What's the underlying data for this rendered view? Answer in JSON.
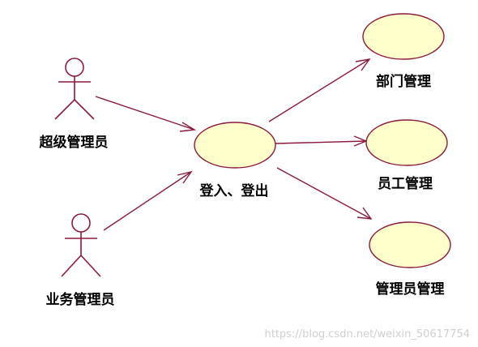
{
  "colors": {
    "line": "#8b1a3a",
    "usecase_fill": "#ffffcc",
    "text": "#000000",
    "watermark": "#d0d0d0"
  },
  "actors": [
    {
      "id": "super_admin",
      "label": "超级管理员"
    },
    {
      "id": "business_admin",
      "label": "业务管理员"
    }
  ],
  "use_cases": [
    {
      "id": "login_logout",
      "label": "登入、登出"
    },
    {
      "id": "dept_mgmt",
      "label": "部门管理"
    },
    {
      "id": "staff_mgmt",
      "label": "员工管理"
    },
    {
      "id": "admin_mgmt",
      "label": "管理员管理"
    }
  ],
  "associations": [
    {
      "from": "super_admin",
      "to": "login_logout"
    },
    {
      "from": "business_admin",
      "to": "login_logout"
    },
    {
      "from": "login_logout",
      "to": "dept_mgmt"
    },
    {
      "from": "login_logout",
      "to": "staff_mgmt"
    },
    {
      "from": "login_logout",
      "to": "admin_mgmt"
    }
  ],
  "watermark": "https://blog.csdn.net/weixin_50617754"
}
